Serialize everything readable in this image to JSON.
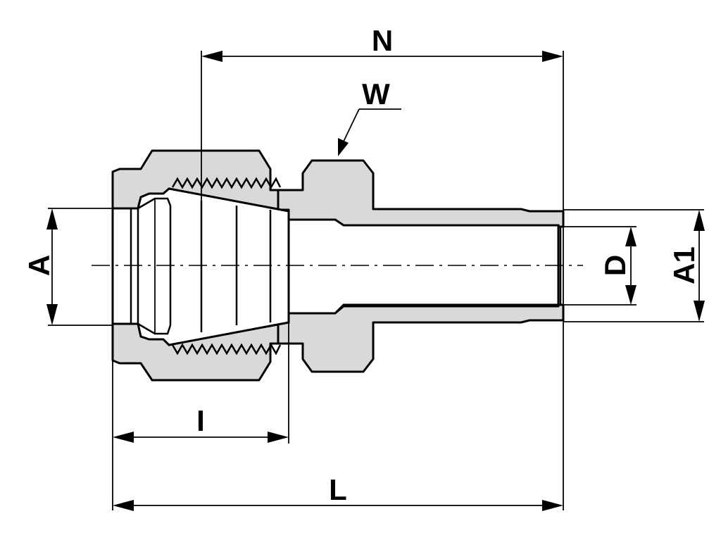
{
  "figure": {
    "colors": {
      "metal": "#d9d9d9",
      "line": "#000000",
      "background": "#ffffff"
    }
  },
  "dimensions": {
    "n": "N",
    "w": "W",
    "a": "A",
    "d": "D",
    "a1": "A1",
    "i": "I",
    "l": "L"
  }
}
